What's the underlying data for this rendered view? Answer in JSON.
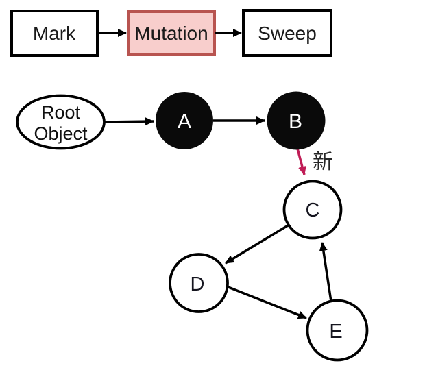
{
  "colors": {
    "box_border": "#000000",
    "mutation_fill": "#f8cecc",
    "mutation_border": "#b85450",
    "marked_node_fill": "#0a0a0a",
    "new_edge": "#c01d56"
  },
  "flow": {
    "steps": [
      {
        "id": "mark",
        "label": "Mark",
        "highlighted": false
      },
      {
        "id": "mutation",
        "label": "Mutation",
        "highlighted": true
      },
      {
        "id": "sweep",
        "label": "Sweep",
        "highlighted": false
      }
    ]
  },
  "graph": {
    "root": {
      "lines": [
        "Root",
        "Object"
      ]
    },
    "nodes": [
      {
        "id": "A",
        "label": "A",
        "filled": true
      },
      {
        "id": "B",
        "label": "B",
        "filled": true
      },
      {
        "id": "C",
        "label": "C",
        "filled": false
      },
      {
        "id": "D",
        "label": "D",
        "filled": false
      },
      {
        "id": "E",
        "label": "E",
        "filled": false
      }
    ],
    "edges": [
      "RootObject->A",
      "A->B",
      "B->C (new reference)",
      "C->D",
      "D->E",
      "E->C"
    ],
    "new_edge_label": "新"
  }
}
